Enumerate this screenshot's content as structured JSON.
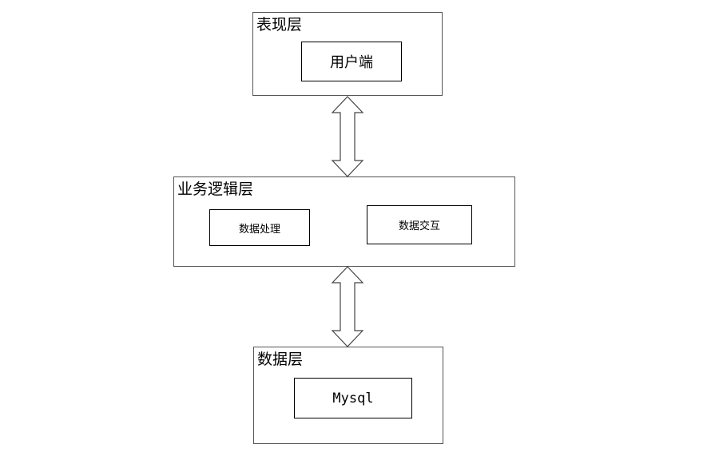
{
  "presentation_layer": {
    "title": "表现层",
    "client_box": "用户端"
  },
  "logic_layer": {
    "title": "业务逻辑层",
    "data_processing_box": "数据处理",
    "data_interaction_box": "数据交互"
  },
  "data_layer": {
    "title": "数据层",
    "db_box": "Mysql"
  }
}
